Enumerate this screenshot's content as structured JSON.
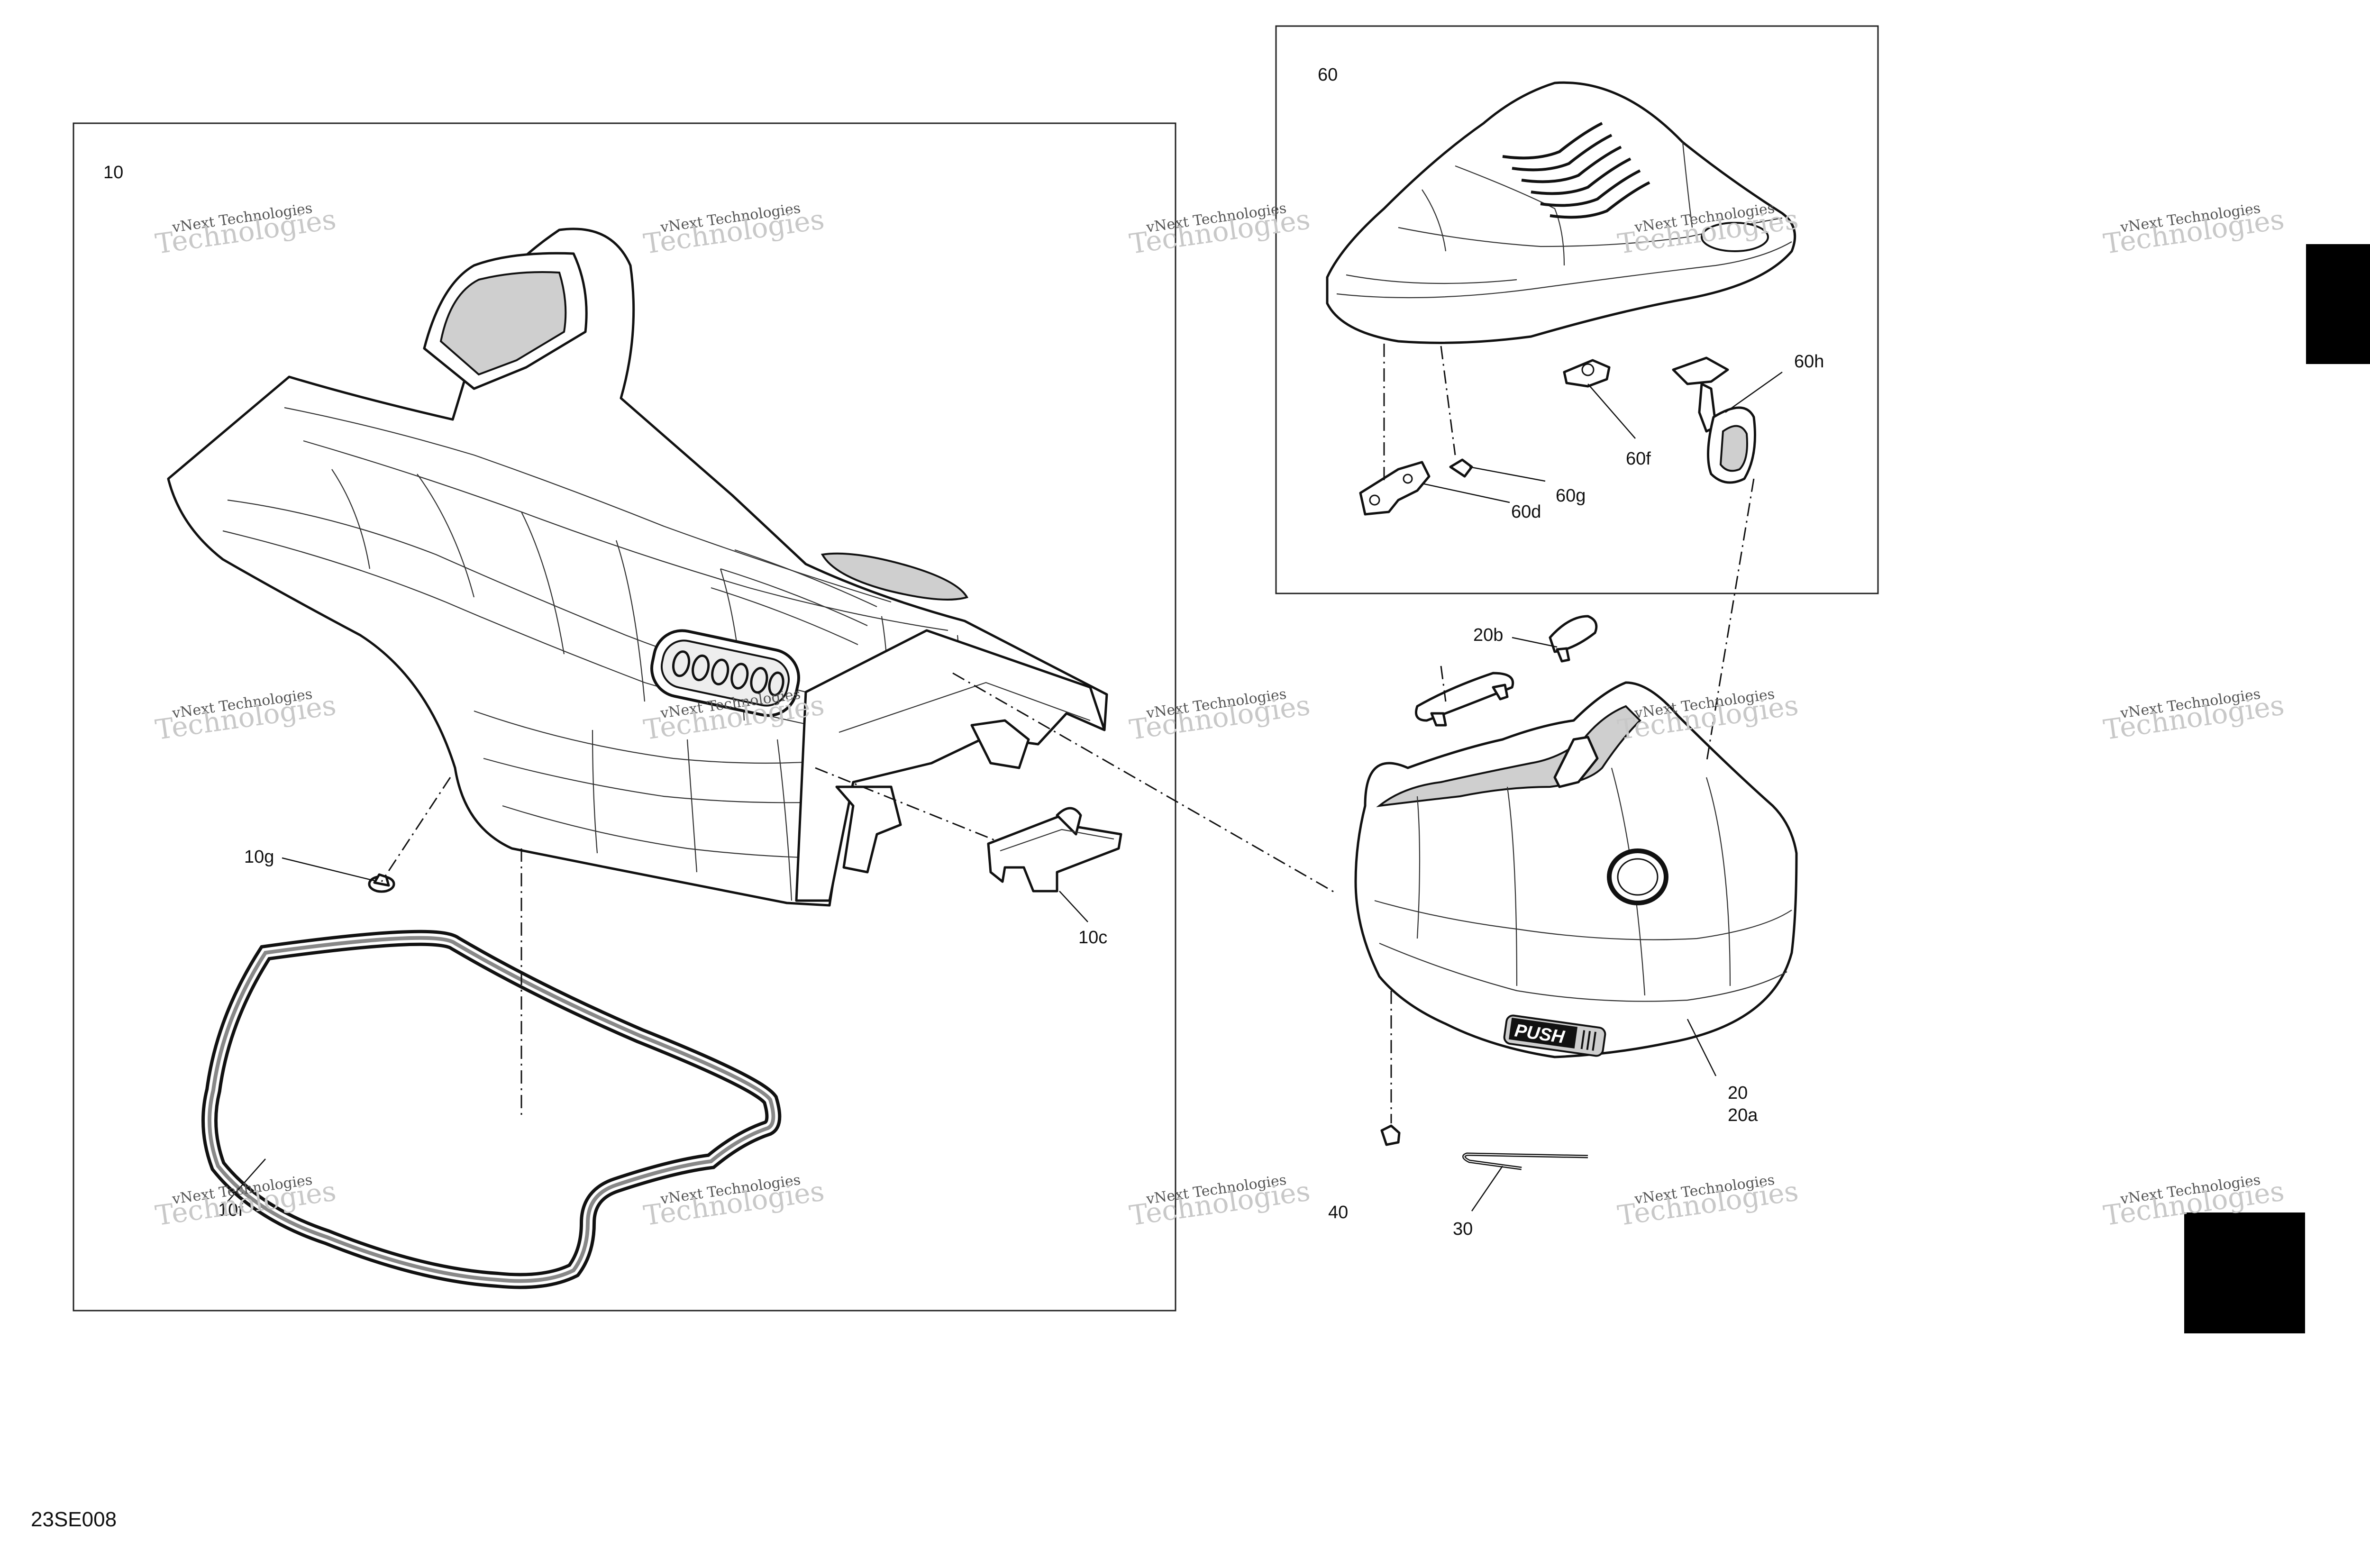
{
  "diagram": {
    "drawing_code": "23SE008",
    "watermark": {
      "line1": "vNext Technologies",
      "line2": "Technologies"
    },
    "groups": [
      {
        "id": "10",
        "label": "10"
      },
      {
        "id": "60",
        "label": "60"
      }
    ],
    "callouts": {
      "p10c": "10c",
      "p10g": "10g",
      "p10f": "10f",
      "p60d": "60d",
      "p60f": "60f",
      "p60g": "60g",
      "p60h": "60h",
      "p20b": "20b",
      "p20": "20",
      "p20a": "20a",
      "p30": "30",
      "p40": "40"
    },
    "decals": {
      "push": "PUSH"
    }
  }
}
